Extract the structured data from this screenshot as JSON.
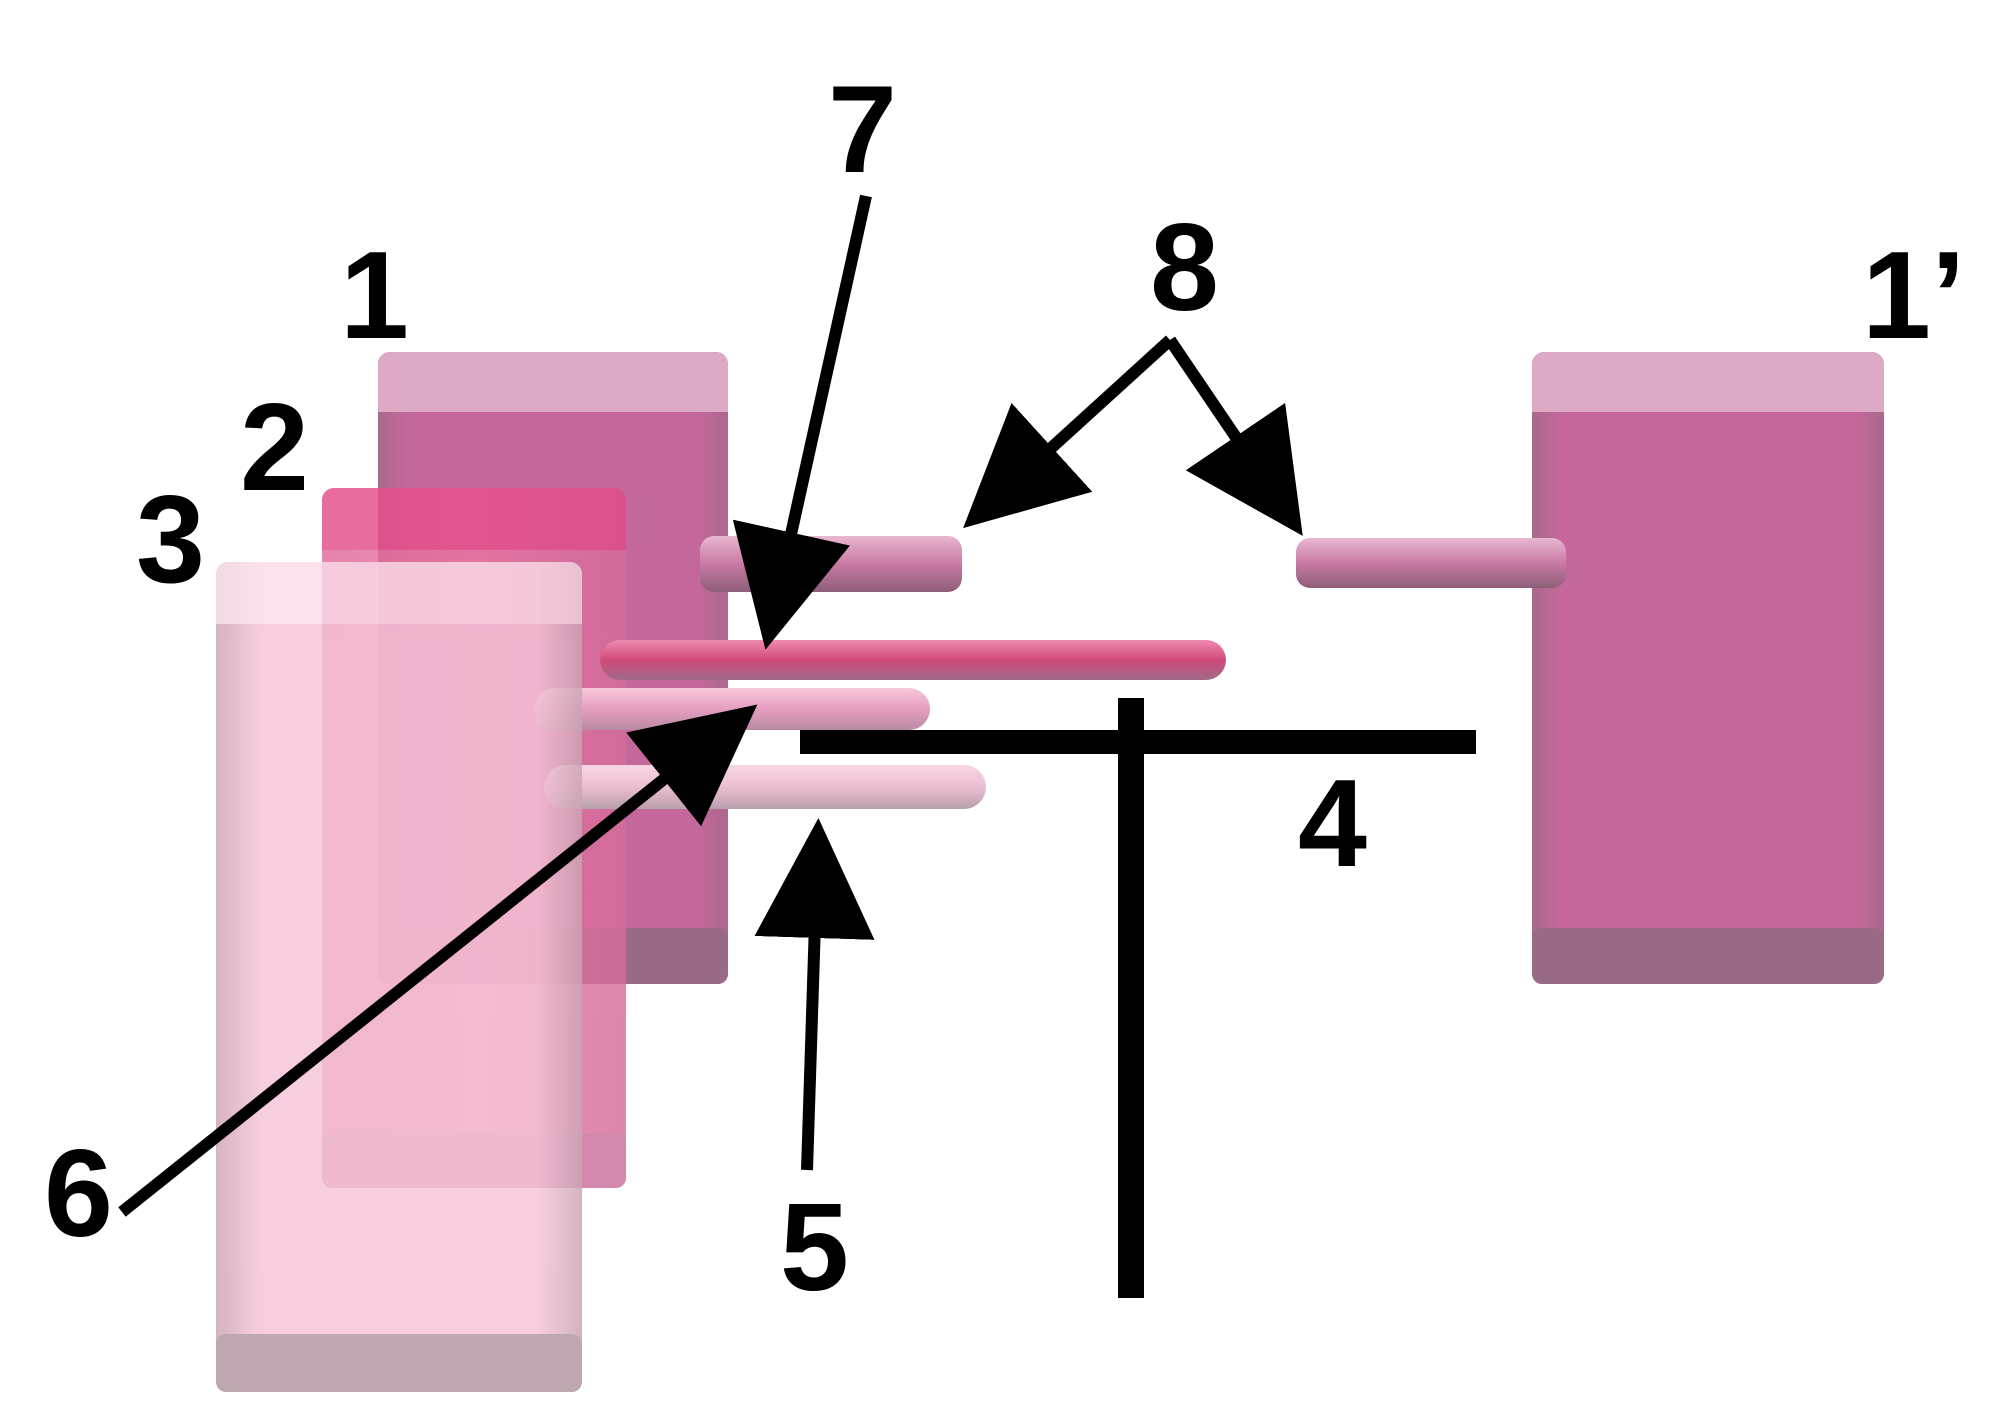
{
  "labels": {
    "block_1": "1",
    "block_1_prime": "1’",
    "block_2": "2",
    "block_3": "3",
    "part_4": "4",
    "part_5": "5",
    "part_6": "6",
    "part_7": "7",
    "part_8": "8"
  },
  "colors": {
    "block_1": "#c4679a",
    "block_1_top": "#dfadc8",
    "block_1_bottom": "#986a85",
    "block_2": "#e8719f",
    "block_2_top": "#e8337a",
    "block_3": "#f5c3d8",
    "block_3_bottom": "#b0949f",
    "bar_dark_pink": "#d04a7a",
    "bar_mid_pink": "#e69ec0",
    "bar_light_pink": "#ebbdd2",
    "tab_mauve": "#c97aa4",
    "line": "#000000"
  }
}
